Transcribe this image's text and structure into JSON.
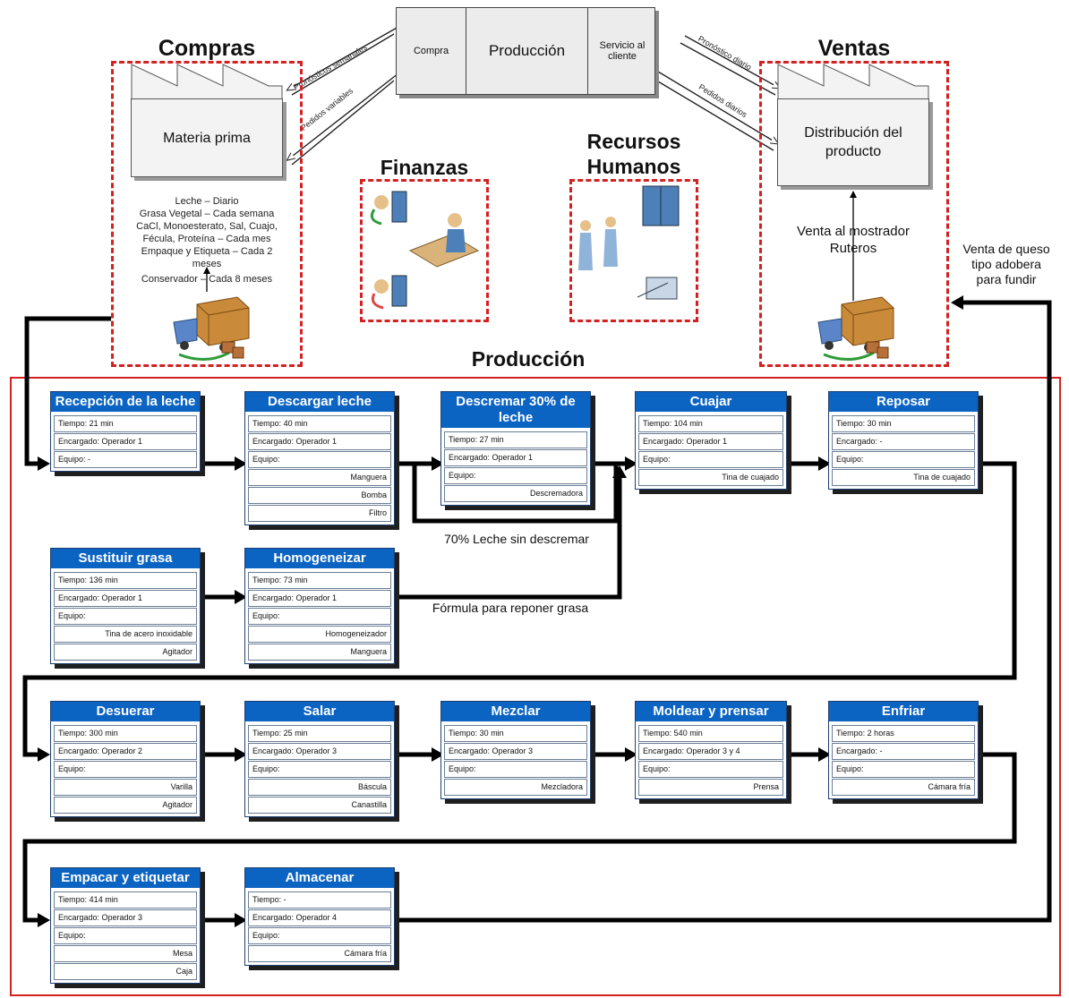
{
  "top_box": {
    "compra": "Compra",
    "produccion": "Producción",
    "servicio": "Servicio al cliente"
  },
  "arrows_text": {
    "prom_semanales": "Pronósticos semanales",
    "pedidos_variables": "Pedidos variables",
    "pronostico_diario": "Pronóstico diario",
    "pedidos_diarios": "Pedidos diarios"
  },
  "compras": {
    "title": "Compras",
    "factory_label": "Materia prima",
    "notes": [
      "Leche – Diario",
      "Grasa Vegetal – Cada semana",
      "CaCl, Monoesterato, Sal, Cuajo,",
      "Fécula, Proteína – Cada mes",
      "Empaque y Etiqueta – Cada 2",
      "meses",
      "Conservador – Cada 8 meses"
    ]
  },
  "finanzas": {
    "title": "Finanzas"
  },
  "rrhh": {
    "title_line1": "Recursos",
    "title_line2": "Humanos"
  },
  "ventas": {
    "title": "Ventas",
    "factory_label": "Distribución del producto",
    "venta_mostrador": "Venta al mostrador",
    "ruteros": "Ruteros",
    "venta_queso_l1": "Venta de queso",
    "venta_queso_l2": "tipo adobera",
    "venta_queso_l3": "para fundir"
  },
  "produccion": {
    "title": "Producción",
    "label_leche_sin": "70% Leche sin descremar",
    "label_formula": "Fórmula para reponer grasa"
  },
  "cards": [
    {
      "title": "Recepción de la leche",
      "tiempo": "Tiempo: 21 min",
      "encargado": "Encargado: Operador 1",
      "equipo": "Equipo: -",
      "items": []
    },
    {
      "title": "Descargar leche",
      "tiempo": "Tiempo: 40 min",
      "encargado": "Encargado: Operador 1",
      "equipo": "Equipo:",
      "items": [
        "Manguera",
        "Bomba",
        "Filtro"
      ]
    },
    {
      "title": "Descremar 30% de leche",
      "tiempo": "Tiempo: 27 min",
      "encargado": "Encargado: Operador 1",
      "equipo": "Equipo:",
      "items": [
        "Descremadora"
      ]
    },
    {
      "title": "Cuajar",
      "tiempo": "Tiempo: 104 min",
      "encargado": "Encargado: Operador 1",
      "equipo": "Equipo:",
      "items": [
        "Tina de cuajado"
      ]
    },
    {
      "title": "Reposar",
      "tiempo": "Tiempo: 30 min",
      "encargado": "Encargado: -",
      "equipo": "Equipo:",
      "items": [
        "Tina de cuajado"
      ]
    },
    {
      "title": "Sustituir grasa",
      "tiempo": "Tiempo: 136 min",
      "encargado": "Encargado: Operador 1",
      "equipo": "Equipo:",
      "items": [
        "Tina de acero inoxidable",
        "Agitador"
      ]
    },
    {
      "title": "Homogeneizar",
      "tiempo": "Tiempo: 73 min",
      "encargado": "Encargado: Operador 1",
      "equipo": "Equipo:",
      "items": [
        "Homogeneizador",
        "Manguera"
      ]
    },
    {
      "title": "Desuerar",
      "tiempo": "Tiempo: 300 min",
      "encargado": "Encargado: Operador 2",
      "equipo": "Equipo:",
      "items": [
        "Varilla",
        "Agitador"
      ]
    },
    {
      "title": "Salar",
      "tiempo": "Tiempo: 25 min",
      "encargado": "Encargado: Operador 3",
      "equipo": "Equipo:",
      "items": [
        "Báscula",
        "Canastilla"
      ]
    },
    {
      "title": "Mezclar",
      "tiempo": "Tiempo: 30 min",
      "encargado": "Encargado: Operador 3",
      "equipo": "Equipo:",
      "items": [
        "Mezcladora"
      ]
    },
    {
      "title": "Moldear y prensar",
      "tiempo": "Tiempo: 540 min",
      "encargado": "Encargado: Operador 3 y 4",
      "equipo": "Equipo:",
      "items": [
        "Prensa"
      ]
    },
    {
      "title": "Enfriar",
      "tiempo": "Tiempo: 2 horas",
      "encargado": "Encargado: -",
      "equipo": "Equipo:",
      "items": [
        "Cámara fría"
      ]
    },
    {
      "title": "Empacar y etiquetar",
      "tiempo": "Tiempo: 414 min",
      "encargado": "Encargado: Operador 3",
      "equipo": "Equipo:",
      "items": [
        "Mesa",
        "Caja"
      ]
    },
    {
      "title": "Almacenar",
      "tiempo": "Tiempo: -",
      "encargado": "Encargado: Operador 4",
      "equipo": "Equipo:",
      "items": [
        "Cámara fría"
      ]
    }
  ],
  "colors": {
    "dash_red": "#d42020",
    "card_header": "#0b63c2",
    "line": "#000000"
  }
}
